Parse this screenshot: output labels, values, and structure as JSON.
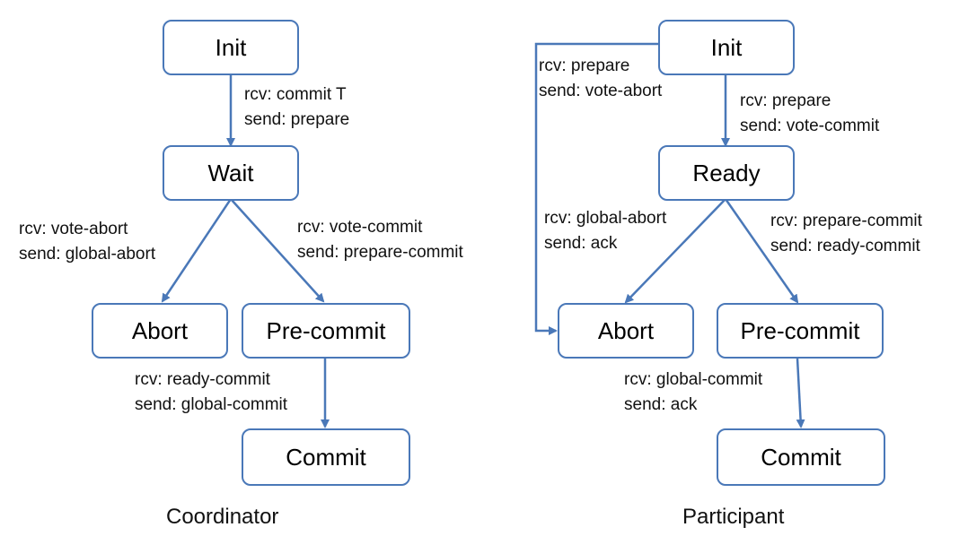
{
  "colors": {
    "stroke": "#4a78b8"
  },
  "coordinator": {
    "caption": "Coordinator",
    "states": {
      "init": "Init",
      "wait": "Wait",
      "abort": "Abort",
      "precommit": "Pre-commit",
      "commit": "Commit"
    },
    "transitions": {
      "init_wait": {
        "rcv": "rcv: commit T",
        "send": "send: prepare"
      },
      "wait_abort": {
        "rcv": "rcv: vote-abort",
        "send": "send: global-abort"
      },
      "wait_precommit": {
        "rcv": "rcv: vote-commit",
        "send": "send: prepare-commit"
      },
      "precommit_commit": {
        "rcv": "rcv: ready-commit",
        "send": "send: global-commit"
      }
    }
  },
  "participant": {
    "caption": "Participant",
    "states": {
      "init": "Init",
      "ready": "Ready",
      "abort": "Abort",
      "precommit": "Pre-commit",
      "commit": "Commit"
    },
    "transitions": {
      "init_abort": {
        "rcv": "rcv: prepare",
        "send": "send: vote-abort"
      },
      "init_ready": {
        "rcv": "rcv: prepare",
        "send": "send: vote-commit"
      },
      "ready_abort": {
        "rcv": "rcv: global-abort",
        "send": "send: ack"
      },
      "ready_precommit": {
        "rcv": "rcv: prepare-commit",
        "send": "send: ready-commit"
      },
      "precommit_commit": {
        "rcv": "rcv: global-commit",
        "send": "send: ack"
      }
    }
  }
}
